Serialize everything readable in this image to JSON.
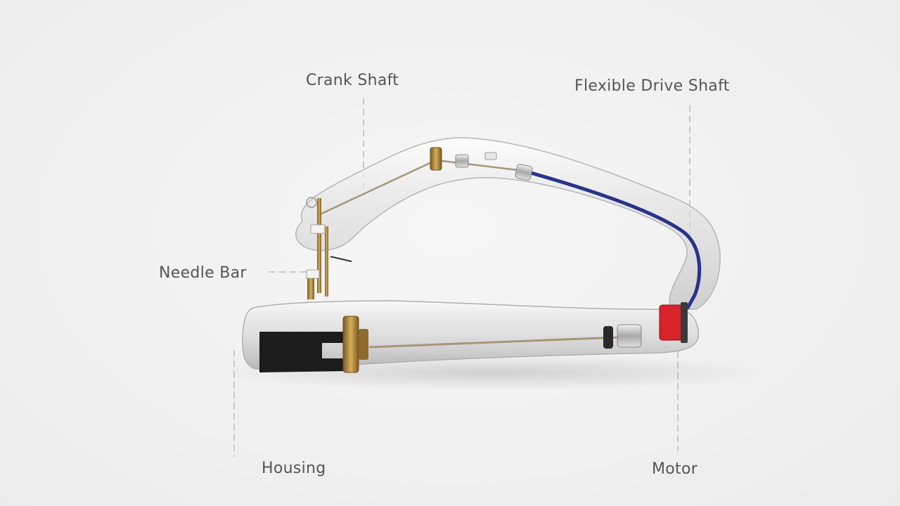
{
  "labels": {
    "crank_shaft": "Crank Shaft",
    "flexible_drive_shaft": "Flexible Drive Shaft",
    "needle_bar": "Needle Bar",
    "housing": "Housing",
    "motor": "Motor"
  },
  "colors": {
    "background": "#f1f1f1",
    "label_text": "#555555",
    "leader_line": "#c8c8c8",
    "drive_shaft": "#27348b",
    "motor": "#d8232a",
    "brass": "#b8893a",
    "housing_block": "#1c1c1c",
    "body_glass": "#dcdcdc"
  }
}
